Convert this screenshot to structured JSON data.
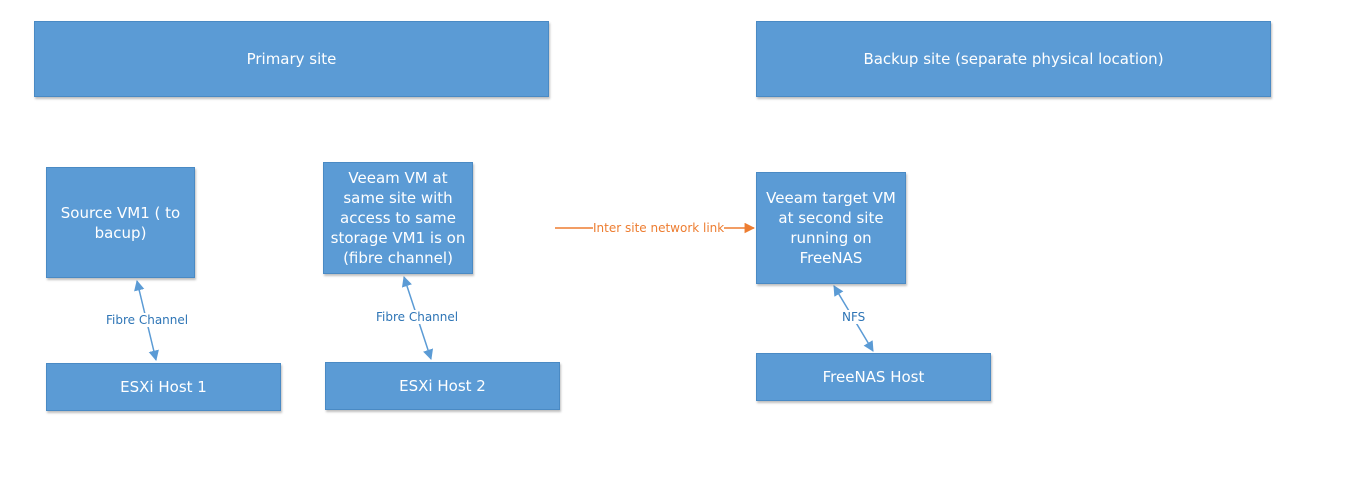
{
  "colors": {
    "box_fill": "#5b9bd5",
    "box_text": "#ffffff",
    "connector_blue": "#5b9bd5",
    "connector_orange": "#ed7d31"
  },
  "sites": {
    "primary": "Primary site",
    "backup": "Backup site (separate physical location)"
  },
  "nodes": {
    "source_vm": "Source VM1 ( to bacup)",
    "veeam_vm": "Veeam VM at same site with access to same storage VM1 is on (fibre channel)",
    "veeam_target_vm": "Veeam target VM at second site running on FreeNAS",
    "esxi_host_1": "ESXi Host 1",
    "esxi_host_2": "ESXi Host 2",
    "freenas_host": "FreeNAS Host"
  },
  "connections": {
    "fc_1": "Fibre Channel",
    "fc_2": "Fibre Channel",
    "nfs": "NFS",
    "inter_site": "Inter site network link"
  }
}
